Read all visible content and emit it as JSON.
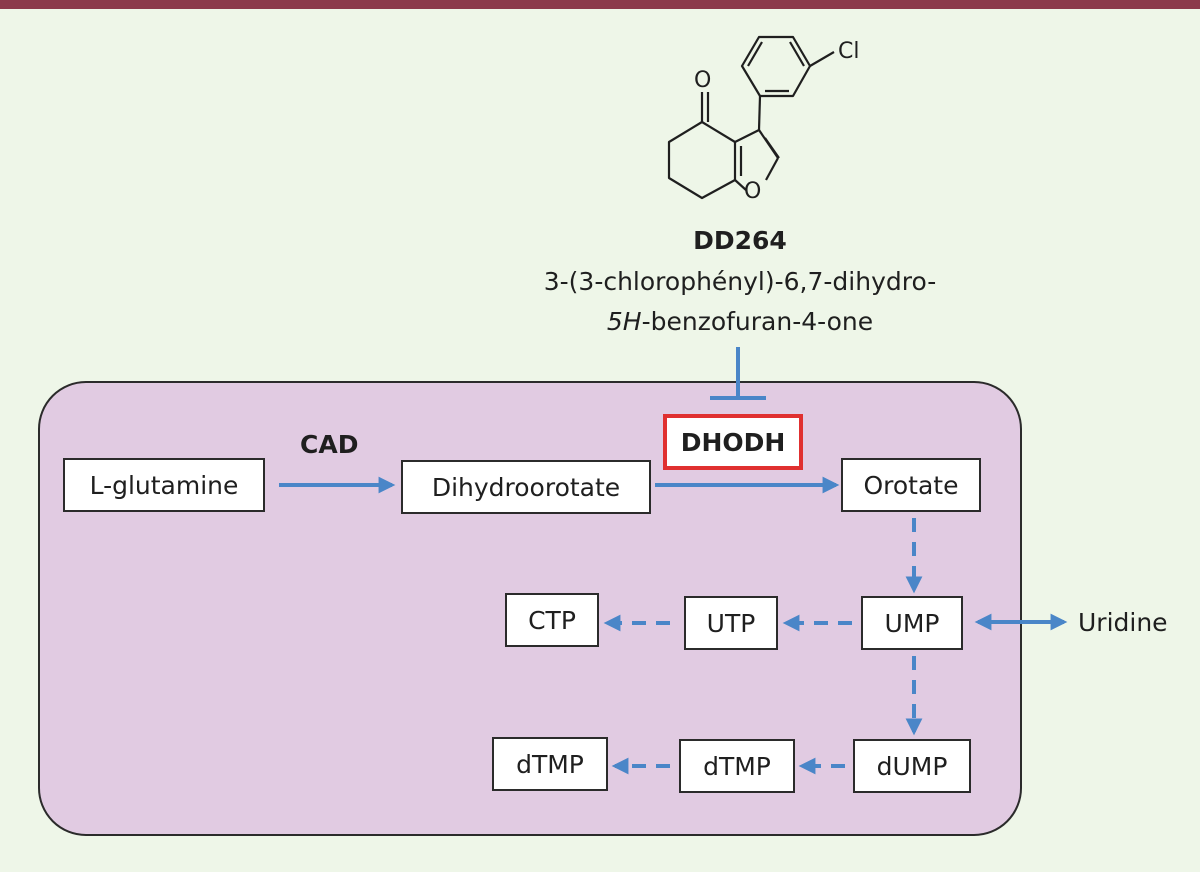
{
  "compound": {
    "name": "DD264",
    "iupac_line1": "3-(3-chlorophényl)-6,7-dihydro-",
    "iupac_line2_italic": "5H",
    "iupac_line2_rest": "-benzofuran-4-one",
    "atom_o_ketone": "O",
    "atom_o_furan": "O",
    "atom_cl": "Cl"
  },
  "enzymes": {
    "cad": "CAD",
    "dhodh": "DHODH"
  },
  "nodes": {
    "l_glutamine": "L-glutamine",
    "dihydroorotate": "Dihydroorotate",
    "orotate": "Orotate",
    "ump": "UMP",
    "utp": "UTP",
    "ctp": "CTP",
    "dump": "dUMP",
    "dtmp_mid": "dTMP",
    "dtmp_left": "dTMP"
  },
  "external": {
    "uridine": "Uridine"
  },
  "colors": {
    "arrow": "#4a86c8",
    "highlight": "#e03030",
    "cell_fill": "#e1cbe2",
    "background": "#eef6e8",
    "top_bar": "#8c3a4b"
  }
}
